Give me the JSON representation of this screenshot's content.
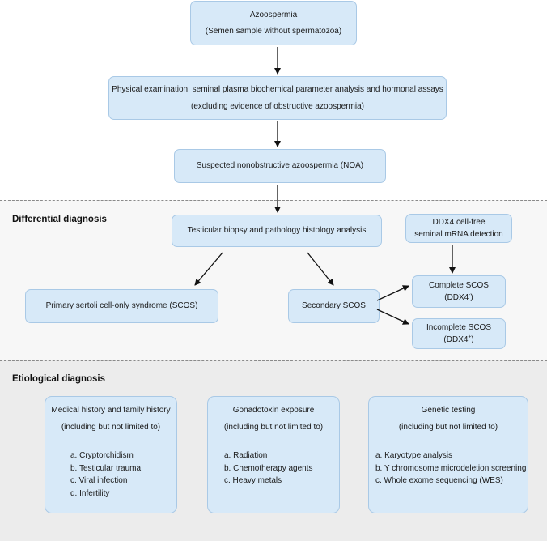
{
  "nodes": {
    "azoospermia": {
      "line1": "Azoospermia",
      "line2": "(Semen sample without spermatozoa)"
    },
    "exam": {
      "line1": "Physical examination, seminal plasma biochemical parameter analysis and hormonal assays",
      "line2": "(excluding evidence of obstructive azoospermia)"
    },
    "noa": {
      "line1": "Suspected nonobstructive azoospermia (NOA)"
    },
    "biopsy": {
      "line1": "Testicular biopsy and pathology histology analysis"
    },
    "ddx4": {
      "line1": "DDX4  cell-free",
      "line2": "seminal mRNA detection"
    },
    "primary": {
      "line1": "Primary sertoli cell-only syndrome (SCOS)"
    },
    "secondary": {
      "line1": "Secondary SCOS"
    },
    "complete": {
      "line1": "Complete SCOS",
      "marker": "DDX4",
      "sign": "-"
    },
    "incomplete": {
      "line1": "Incomplete SCOS",
      "marker": "DDX4",
      "sign": "+"
    }
  },
  "sections": {
    "differential": "Differential diagnosis",
    "etiological": "Etiological diagnosis"
  },
  "cards": [
    {
      "title": "Medical history and family history",
      "subtitle": "(including but not limited to)",
      "items": [
        "a. Cryptorchidism",
        "b. Testicular trauma",
        "c. Viral infection",
        "d. Infertility"
      ]
    },
    {
      "title": "Gonadotoxin exposure",
      "subtitle": "(including but not limited to)",
      "items": [
        "a. Radiation",
        "b. Chemotherapy agents",
        "c. Heavy metals"
      ]
    },
    {
      "title": "Genetic testing",
      "subtitle": "(including but not limited to)",
      "items": [
        "a. Karyotype analysis",
        "b. Y chromosome microdeletion screening",
        "c. Whole exome sequencing (WES)"
      ]
    }
  ]
}
